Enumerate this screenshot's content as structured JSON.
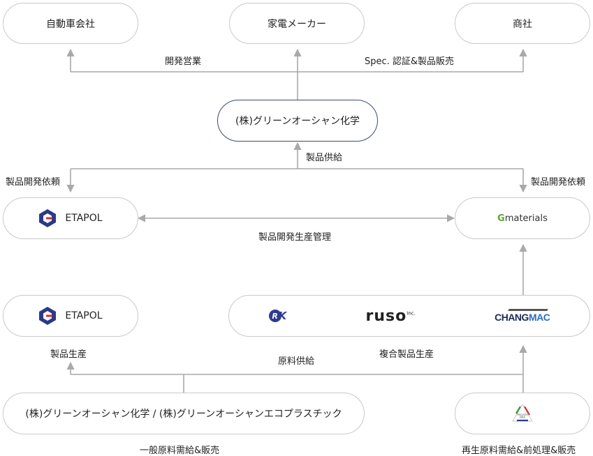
{
  "top": {
    "automaker": "自動車会社",
    "appliance_maker": "家電メーカー",
    "trading_company": "商社"
  },
  "labels": {
    "dev_sales": "開発営業",
    "spec_sales": "Spec. 認証&製品販売",
    "product_supply": "製品供給",
    "dev_request_left": "製品開発依頼",
    "dev_request_right": "製品開発依頼",
    "dev_mgmt": "製品開発生産管理",
    "product_production": "製品生産",
    "raw_supply": "原料供給",
    "composite_production": "複合製品生産",
    "general_raw_sales": "一般原料需給&販売",
    "recycled_raw_sales": "再生原料需給&前処理&販売"
  },
  "center": {
    "company": "(株)グリーンオーシャン化学"
  },
  "etapol": {
    "name": "ETAPOL"
  },
  "gmaterials": {
    "g": "G",
    "rest": "materials"
  },
  "partners": {
    "rk_a": "R",
    "rk_b": "K",
    "ruso": "ruso",
    "ruso_inc": "Inc.",
    "changmac_a": "CHANG",
    "changmac_b": "MAC"
  },
  "bottom": {
    "group": "(株)グリーンオーシャン化学 / (株)グリーンオーシャンエコプラスチック",
    "recycle_text": "Recycle\nPAA"
  },
  "colors": {
    "line": "#a9a9a9",
    "center_border": "#3a4a7a",
    "etapol_logo": "#2b3a86",
    "etapol_accent": "#d62d3a"
  }
}
